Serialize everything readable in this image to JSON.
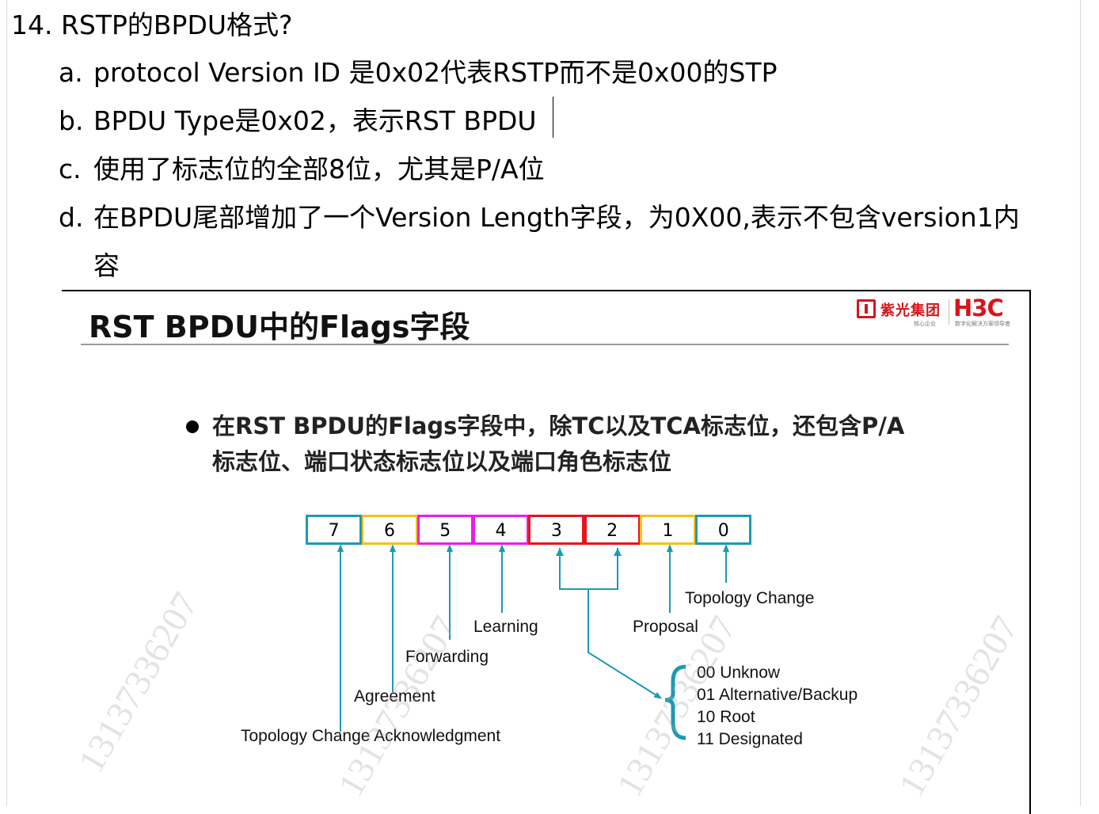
{
  "question": {
    "title": "14. RSTP的BPDU格式?",
    "items": [
      {
        "marker": "a.",
        "text": "protocol Version ID 是0x02代表RSTP而不是0x00的STP"
      },
      {
        "marker": "b.",
        "text": "BPDU Type是0x02，表示RST BPDU"
      },
      {
        "marker": "c.",
        "text": "使用了标志位的全部8位，尤其是P/A位"
      },
      {
        "marker": "d.",
        "text": "在BPDU尾部增加了一个Version Length字段，为0X00,表示不包含version1内",
        "continuation": "容"
      }
    ]
  },
  "slide": {
    "title": "RST BPDU中的Flags字段",
    "logo": {
      "cn_text": "紫光集团",
      "brand": "H3C",
      "sub_left": "核心企业",
      "sub_right": "数字化解决方案领导者"
    },
    "bullet": "在RST BPDU的Flags字段中，除TC以及TCA标志位，还包含P/A标志位、端口状态标志位以及端口角色标志位",
    "flag_bits": [
      {
        "bit": "7",
        "color": "#1b9ab5"
      },
      {
        "bit": "6",
        "color": "#f2c21b"
      },
      {
        "bit": "5",
        "color": "#e81ee8"
      },
      {
        "bit": "4",
        "color": "#e81ee8"
      },
      {
        "bit": "3",
        "color": "#e8141c"
      },
      {
        "bit": "2",
        "color": "#e8141c"
      },
      {
        "bit": "1",
        "color": "#f2c21b"
      },
      {
        "bit": "0",
        "color": "#1b9ab5"
      }
    ],
    "labels": {
      "topology_change": "Topology Change",
      "proposal": "Proposal",
      "learning": "Learning",
      "forwarding": "Forwarding",
      "agreement": "Agreement",
      "tca": "Topology Change Acknowledgment"
    },
    "role_values": [
      "00 Unknow",
      "01 Alternative/Backup",
      "10 Root",
      "11 Designated"
    ],
    "arrow_color": "#1b9ab5",
    "watermark": "13137336207"
  }
}
